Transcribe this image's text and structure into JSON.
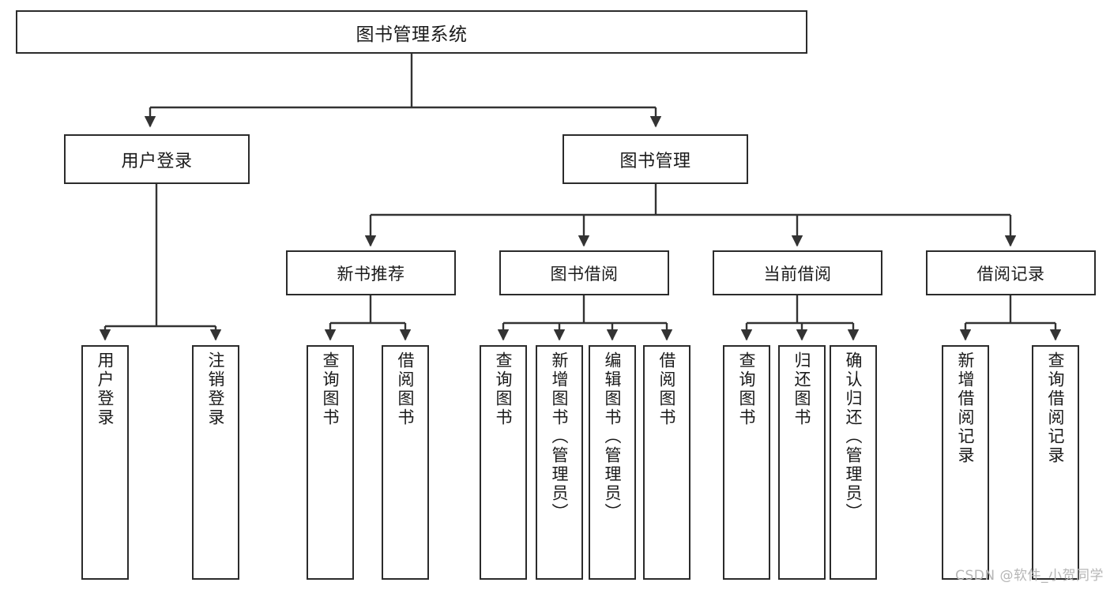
{
  "diagram": {
    "title": "图书管理系统",
    "type": "tree-hierarchy",
    "watermark": "CSDN @软件_小贺同学",
    "colors": {
      "box_border": "#2b2b2b",
      "box_fill": "#ffffff",
      "connector": "#333333",
      "text": "#1a1a1a",
      "watermark": "#b6b6b6"
    },
    "nodes": {
      "root": {
        "label": "图书管理系统"
      },
      "level2": [
        {
          "id": "user-login",
          "label": "用户登录"
        },
        {
          "id": "book-management",
          "label": "图书管理"
        }
      ],
      "level3": [
        {
          "id": "new-book-recommend",
          "label": "新书推荐"
        },
        {
          "id": "book-borrow",
          "label": "图书借阅"
        },
        {
          "id": "current-borrow",
          "label": "当前借阅"
        },
        {
          "id": "borrow-record",
          "label": "借阅记录"
        }
      ],
      "leaves": {
        "user-login": [
          {
            "id": "leaf-user-login",
            "label": "用户登录"
          },
          {
            "id": "leaf-logout",
            "label": "注销登录"
          }
        ],
        "new-book-recommend": [
          {
            "id": "leaf-query-book-1",
            "label": "查询图书"
          },
          {
            "id": "leaf-borrow-book-1",
            "label": "借阅图书"
          }
        ],
        "book-borrow": [
          {
            "id": "leaf-query-book-2",
            "label": "查询图书"
          },
          {
            "id": "leaf-add-book",
            "label": "新增图书（管理员）"
          },
          {
            "id": "leaf-edit-book",
            "label": "编辑图书（管理员）"
          },
          {
            "id": "leaf-borrow-book-2",
            "label": "借阅图书"
          }
        ],
        "current-borrow": [
          {
            "id": "leaf-query-book-3",
            "label": "查询图书"
          },
          {
            "id": "leaf-return-book",
            "label": "归还图书"
          },
          {
            "id": "leaf-confirm-return",
            "label": "确认归还（管理员）"
          }
        ],
        "borrow-record": [
          {
            "id": "leaf-add-record",
            "label": "新增借阅记录"
          },
          {
            "id": "leaf-query-record",
            "label": "查询借阅记录"
          }
        ]
      }
    }
  }
}
